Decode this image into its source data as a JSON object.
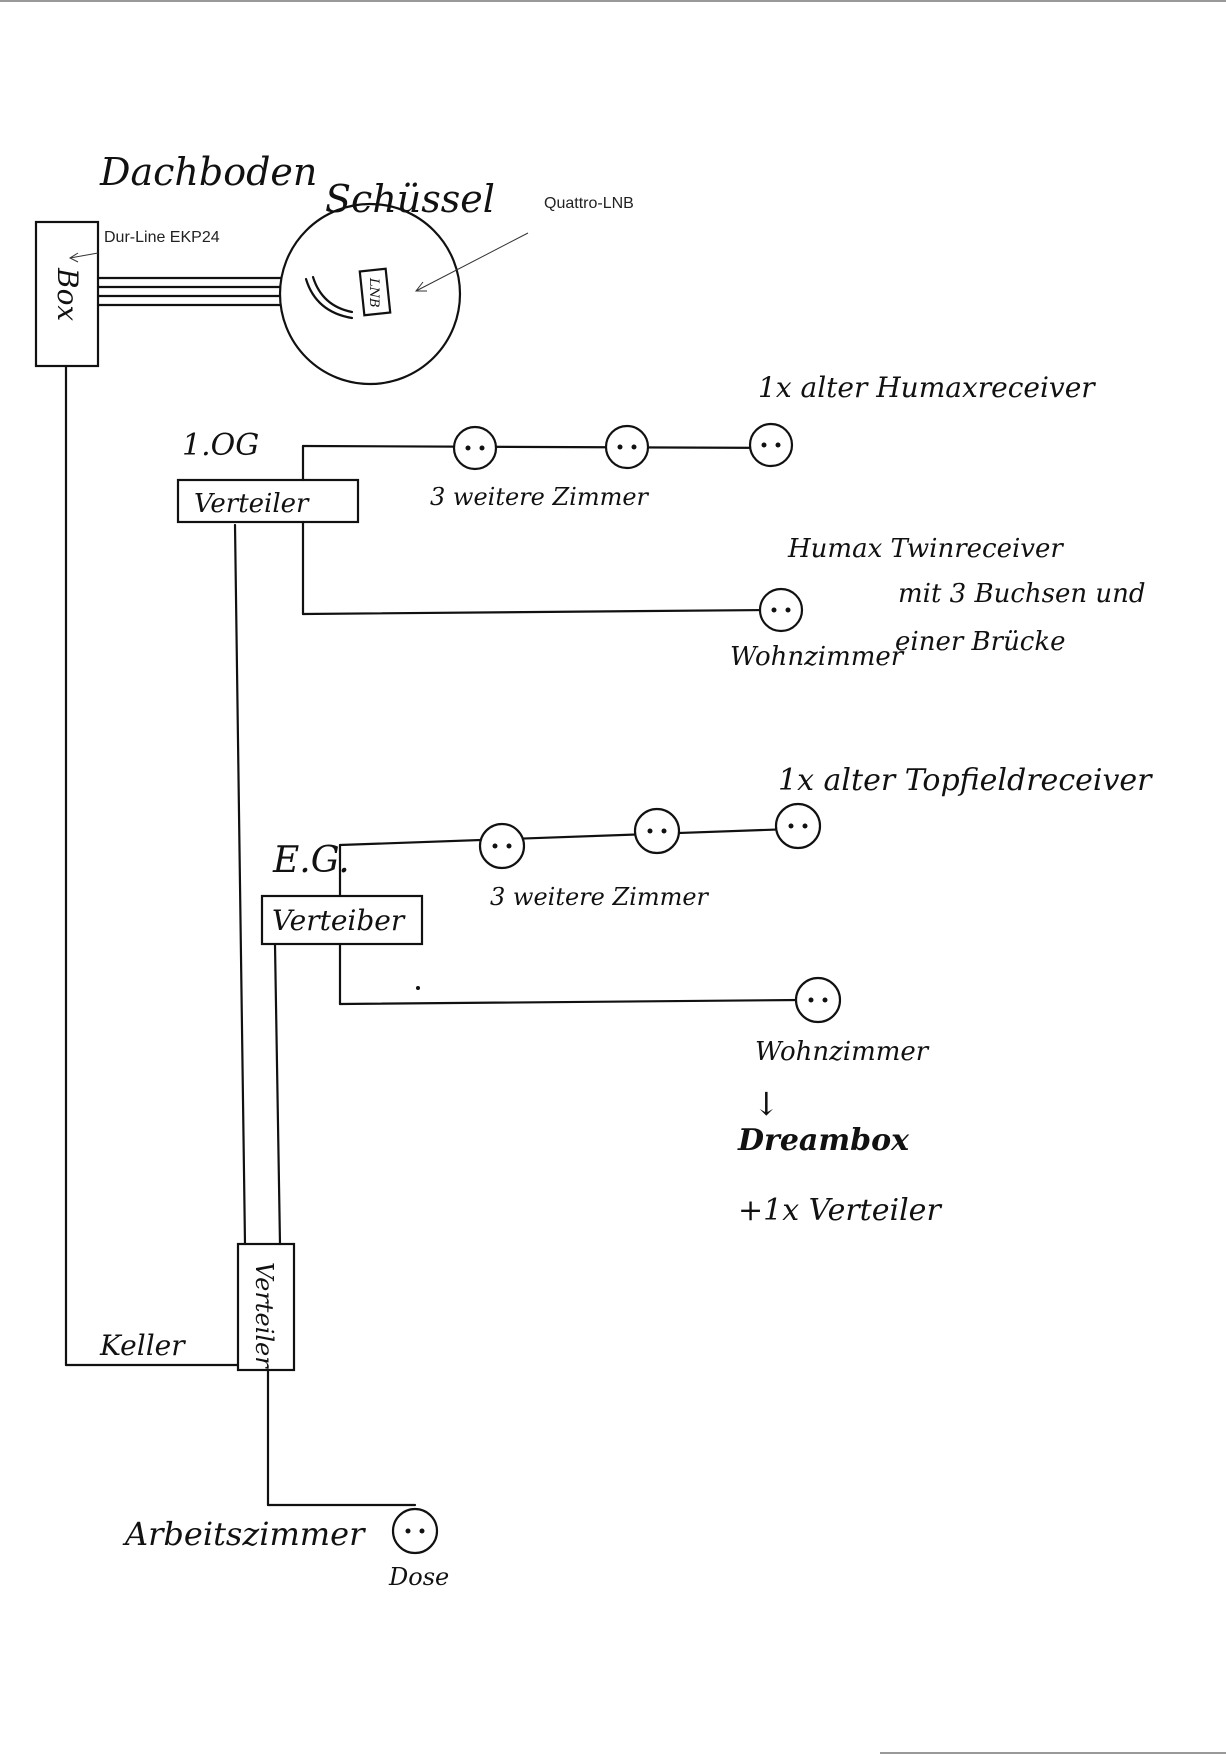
{
  "labels": {
    "attic": "Dachboden",
    "dish": "Schüssel",
    "lnb_model": "Quattro-LNB",
    "lnb_short": "LNB",
    "switch_model": "Dur-Line EKP24",
    "box": "Box",
    "floor1": "1.OG",
    "floor1_splitter": "Verteiler",
    "floor1_rooms": "3 weitere Zimmer",
    "floor1_receiver": "1x alter Humaxreceiver",
    "twin_line1": "Humax Twinreceiver",
    "twin_line2": "mit 3 Buchsen und",
    "twin_line3": "einer Brücke",
    "floor1_living": "Wohnzimmer",
    "ground": "E.G.",
    "ground_splitter": "Verteiber",
    "ground_rooms": "3 weitere Zimmer",
    "ground_receiver": "1x alter Topfieldreceiver",
    "ground_living": "Wohnzimmer",
    "arrow_down": "↓",
    "dreambox": "Dreambox",
    "extra_splitter": "+1x Verteiler",
    "cellar": "Keller",
    "cellar_splitter": "Verteiler",
    "office": "Arbeitszimmer",
    "socket": "Dose"
  }
}
